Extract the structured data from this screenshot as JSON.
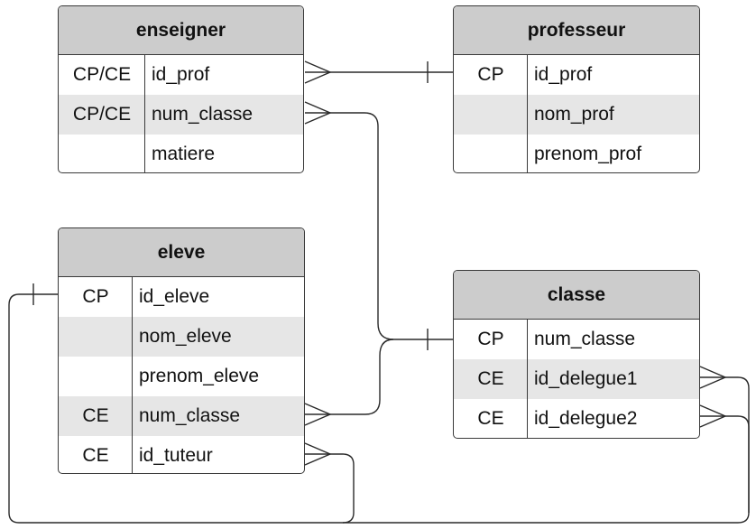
{
  "entities": {
    "enseigner": {
      "title": "enseigner",
      "rows": [
        {
          "key": "CP/CE",
          "name": "id_prof"
        },
        {
          "key": "CP/CE",
          "name": "num_classe"
        },
        {
          "key": "",
          "name": "matiere"
        }
      ]
    },
    "professeur": {
      "title": "professeur",
      "rows": [
        {
          "key": "CP",
          "name": "id_prof"
        },
        {
          "key": "",
          "name": "nom_prof"
        },
        {
          "key": "",
          "name": "prenom_prof"
        }
      ]
    },
    "eleve": {
      "title": "eleve",
      "rows": [
        {
          "key": "CP",
          "name": "id_eleve"
        },
        {
          "key": "",
          "name": "nom_eleve"
        },
        {
          "key": "",
          "name": "prenom_eleve"
        },
        {
          "key": "CE",
          "name": "num_classe"
        },
        {
          "key": "CE",
          "name": "id_tuteur"
        }
      ]
    },
    "classe": {
      "title": "classe",
      "rows": [
        {
          "key": "CP",
          "name": "num_classe"
        },
        {
          "key": "CE",
          "name": "id_delegue1"
        },
        {
          "key": "CE",
          "name": "id_delegue2"
        }
      ]
    }
  },
  "relationships": [
    {
      "from": "enseigner.id_prof",
      "to": "professeur.id_prof",
      "from_end": "many",
      "to_end": "one"
    },
    {
      "from": "enseigner.num_classe",
      "to": "classe.num_classe",
      "from_end": "many",
      "to_end": "one"
    },
    {
      "from": "eleve.num_classe",
      "to": "classe.num_classe",
      "from_end": "many",
      "to_end": "one"
    },
    {
      "from": "eleve.id_tuteur",
      "to": "eleve.id_eleve",
      "from_end": "many",
      "to_end": "one"
    },
    {
      "from": "classe.id_delegue1",
      "to": "eleve.id_eleve",
      "from_end": "many",
      "to_end": "one"
    },
    {
      "from": "classe.id_delegue2",
      "to": "eleve.id_eleve",
      "from_end": "many",
      "to_end": "one"
    }
  ],
  "colors": {
    "header_bg": "#cccccc",
    "alt_row_bg": "#e6e6e6",
    "border": "#3a3a3a",
    "line": "#2a2a2a"
  }
}
